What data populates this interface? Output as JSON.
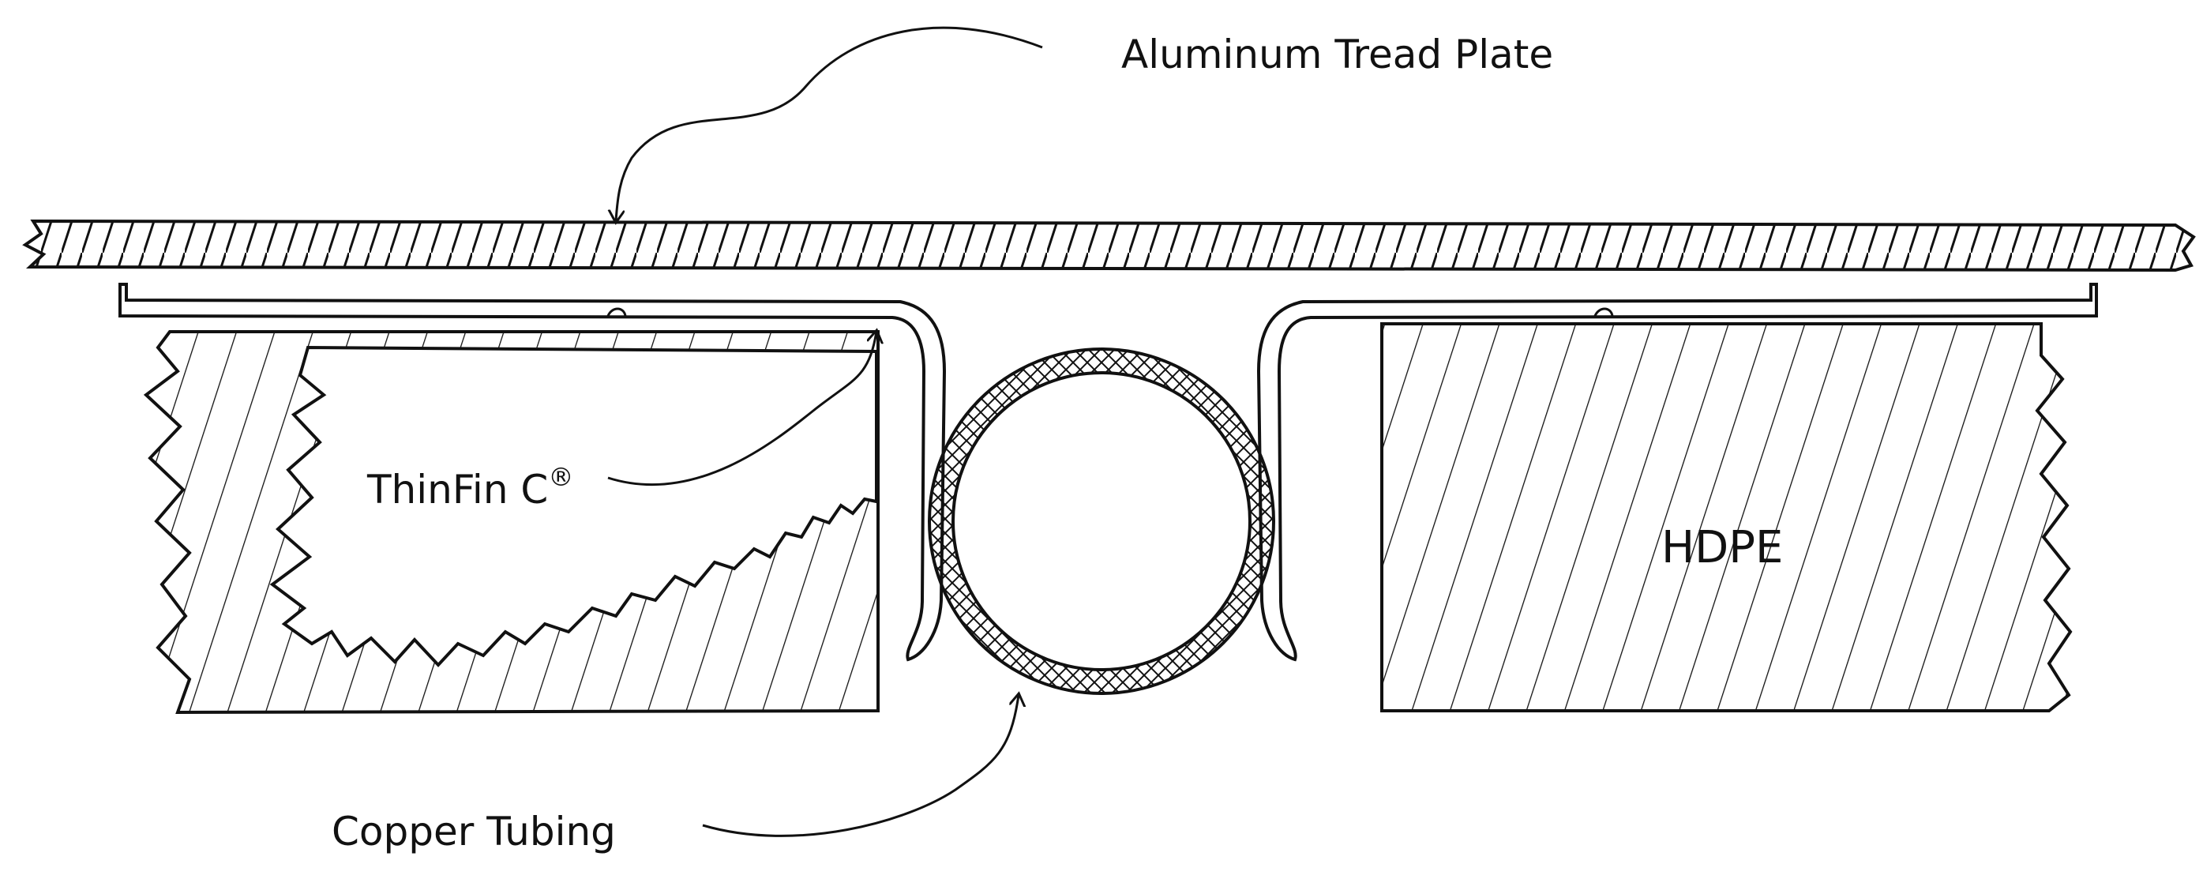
{
  "labels": {
    "tread_plate": "Aluminum Tread Plate",
    "fin_name": "ThinFin C",
    "fin_mark": "®",
    "copper": "Copper Tubing",
    "hdpe": "HDPE"
  },
  "colors": {
    "ink": "#111111",
    "paper": "#ffffff"
  }
}
